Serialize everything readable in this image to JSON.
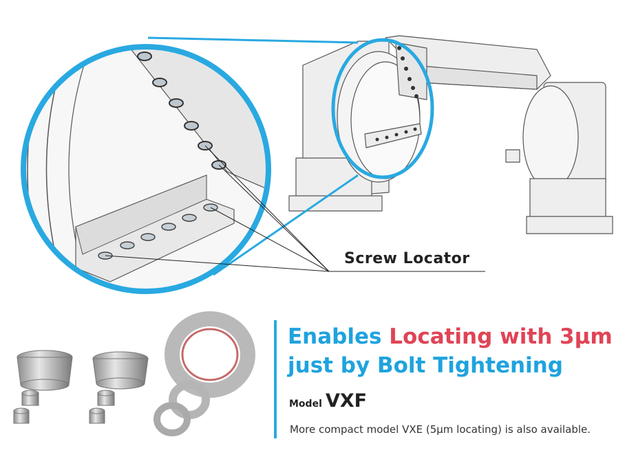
{
  "callout": {
    "label": "Screw Locator"
  },
  "headline": {
    "part1": "Enables",
    "part2": "Locating with 3µm",
    "line2": "just by Bolt Tightening"
  },
  "model": {
    "label": "Model",
    "code": "VXF"
  },
  "note": "More compact model VXE (5µm locating) is also available.",
  "colors": {
    "accent_blue": "#1fa3de",
    "accent_red": "#e04456",
    "circle_blue": "#29a9e1"
  }
}
